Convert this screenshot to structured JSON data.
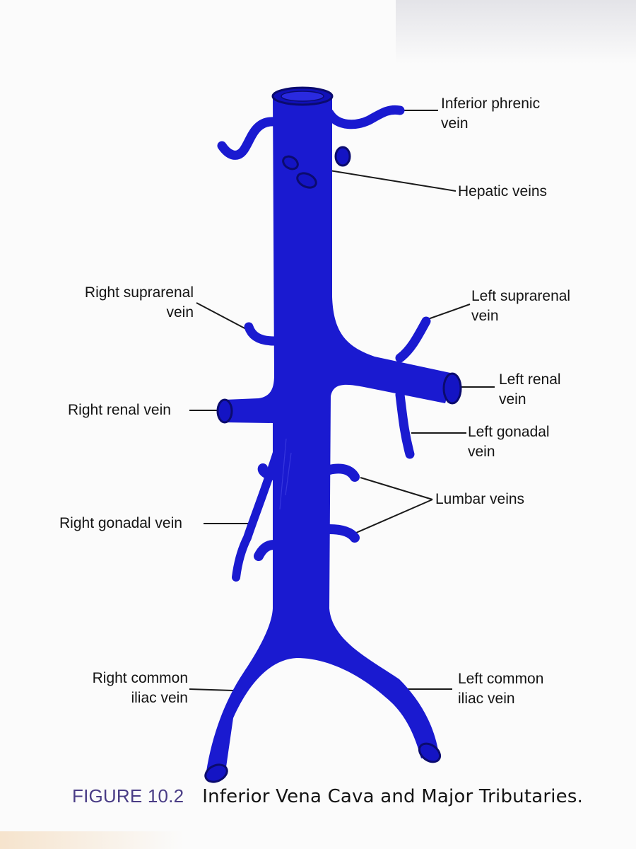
{
  "colors": {
    "vein": "#1a1ad0",
    "vein_outline": "#0b0b6e",
    "leader": "#1a1a1a",
    "caption_figure": "#4a3d86"
  },
  "labels": {
    "inferior_phrenic_line1": "Inferior phrenic",
    "inferior_phrenic_line2": "vein",
    "hepatic": "Hepatic veins",
    "right_suprarenal_line1": "Right suprarenal",
    "right_suprarenal_line2": "vein",
    "left_suprarenal_line1": "Left suprarenal",
    "left_suprarenal_line2": "vein",
    "left_renal_line1": "Left renal",
    "left_renal_line2": "vein",
    "right_renal": "Right renal vein",
    "left_gonadal_line1": "Left gonadal",
    "left_gonadal_line2": "vein",
    "lumbar": "Lumbar veins",
    "right_gonadal": "Right gonadal vein",
    "right_common_iliac_line1": "Right common",
    "right_common_iliac_line2": "iliac vein",
    "left_common_iliac_line1": "Left common",
    "left_common_iliac_line2": "iliac vein"
  },
  "caption": {
    "figure": "FIGURE 10.2",
    "title": "Inferior Vena Cava and Major Tributaries."
  }
}
